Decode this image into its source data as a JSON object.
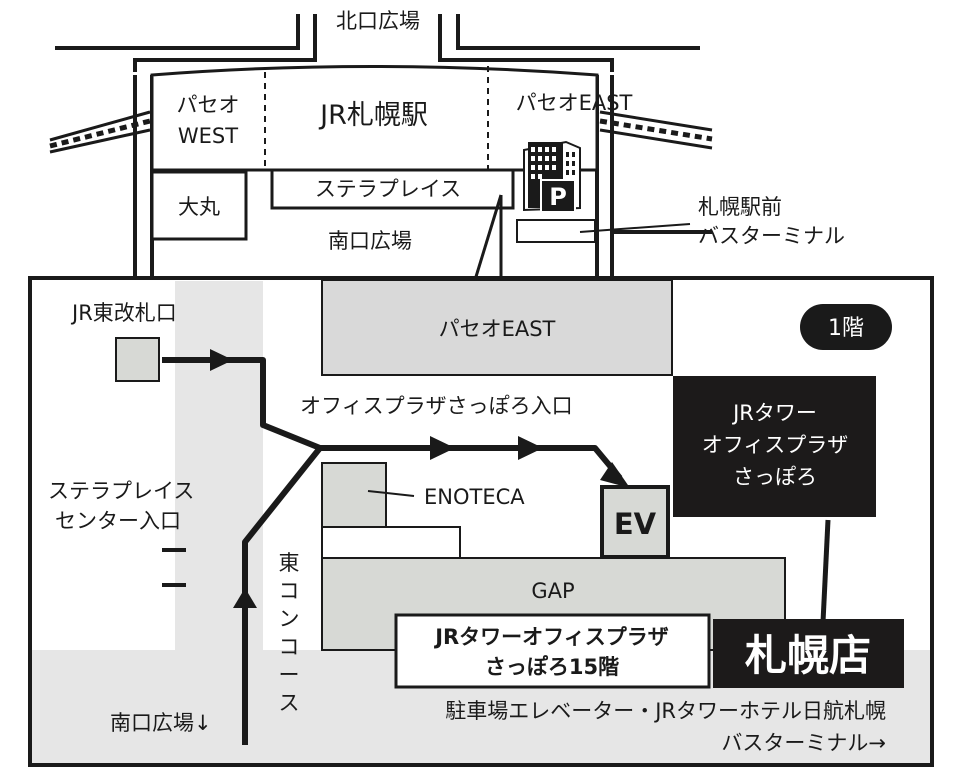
{
  "top_map": {
    "north_plaza": "北口広場",
    "paseo_west": [
      "パセオ",
      "WEST"
    ],
    "jr_sapporo_station": "JR札幌駅",
    "paseo_east": "パセオEAST",
    "daimaru": "大丸",
    "stellar_place": "ステラプレイス",
    "south_plaza": "南口広場",
    "bus_terminal": [
      "札幌駅前",
      "バスターミナル"
    ],
    "parking_letter": "P"
  },
  "detail_map": {
    "floor_badge": "1階",
    "jr_east_gate": "JR東改札口",
    "paseo_east_box": "パセオEAST",
    "office_plaza_entrance": "オフィスプラザさっぽろ入口",
    "jr_tower_office_plaza": [
      "JRタワー",
      "オフィスプラザ",
      "さっぽろ"
    ],
    "enoteca": "ENOTECA",
    "elevator": "EV",
    "stellar_center_entrance": [
      "ステラプレイス",
      "センター入口"
    ],
    "east_concourse": [
      "東",
      "コ",
      "ン",
      "コ",
      "ー",
      "ス"
    ],
    "gap": "GAP",
    "floor_15_note": [
      "JRタワーオフィスプラザ",
      "さっぽろ15階"
    ],
    "sapporo_branch": "札幌店",
    "south_plaza_down": "南口広場↓",
    "parking_elevator_line": "駐車場エレベーター・JRタワーホテル日航札幌",
    "bus_terminal_right": "バスターミナル→"
  },
  "colors": {
    "ink": "#1a1a1a",
    "light_gray": "#e6e6e6",
    "mid_gray": "#d9d9d9",
    "box_gray": "#d7d9d5",
    "paper": "#ffffff",
    "dark_box": "#1c1a1a"
  }
}
